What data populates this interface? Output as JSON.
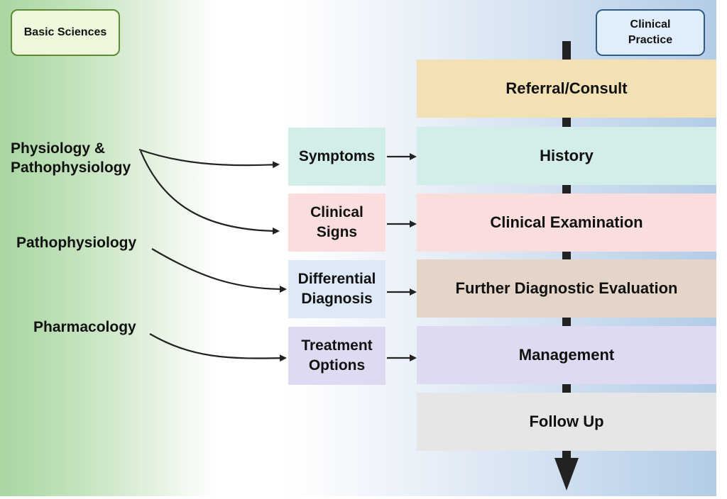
{
  "headers": {
    "basic_sciences": "Basic Sciences",
    "clinical_practice": "Clinical Practice"
  },
  "basic_sciences": [
    {
      "label": "Physiology & Pathophysiology"
    },
    {
      "label": "Pathophysiology"
    },
    {
      "label": "Pharmacology"
    }
  ],
  "clinical_concepts": [
    {
      "label": "Symptoms",
      "color": "#d3ede8"
    },
    {
      "label": "Clinical Signs",
      "color": "#fadede"
    },
    {
      "label": "Differential Diagnosis",
      "color": "#dde9f7"
    },
    {
      "label": "Treatment Options",
      "color": "#dedaf1"
    }
  ],
  "clinical_stages": [
    {
      "label": "Referral/Consult",
      "color": "#f1e1b4"
    },
    {
      "label": "History",
      "color": "#d3ede8"
    },
    {
      "label": "Clinical Examination",
      "color": "#fadede"
    },
    {
      "label": "Further Diagnostic Evaluation",
      "color": "#e4d5c8"
    },
    {
      "label": "Management",
      "color": "#dedaf1"
    },
    {
      "label": "Follow Up",
      "color": "#e6e6e6"
    }
  ]
}
